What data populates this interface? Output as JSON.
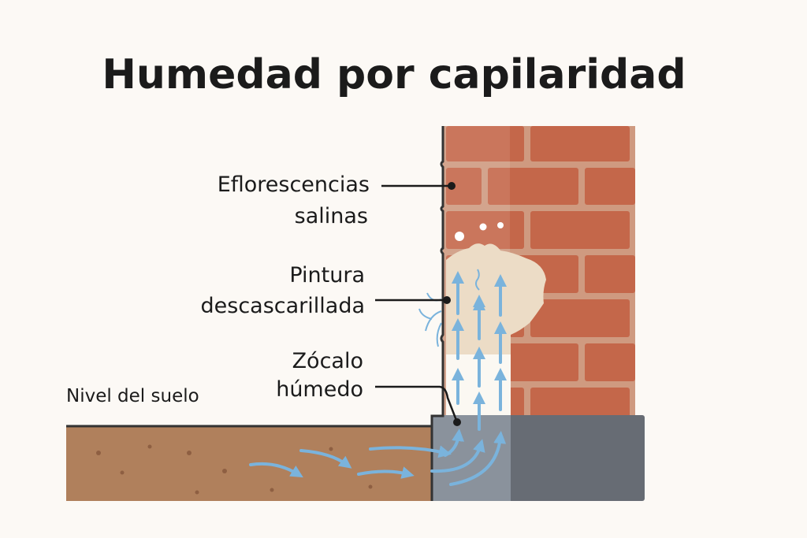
{
  "title": "Humedad por capilaridad",
  "labels": {
    "eflorescencias": [
      "Eflorescencias",
      "salinas"
    ],
    "pintura": [
      "Pintura",
      "descascarillada"
    ],
    "zocalo": [
      "Zócalo",
      "húmedo"
    ],
    "nivel_suelo": "Nivel del suelo"
  },
  "colors": {
    "background": "#fcf9f5",
    "brick": "#c4674a",
    "mortar": "#cf9a80",
    "soil": "#b0805c",
    "foundation": "#676c74",
    "water": "#7ab3dc",
    "paint": "#ecdcc6"
  }
}
